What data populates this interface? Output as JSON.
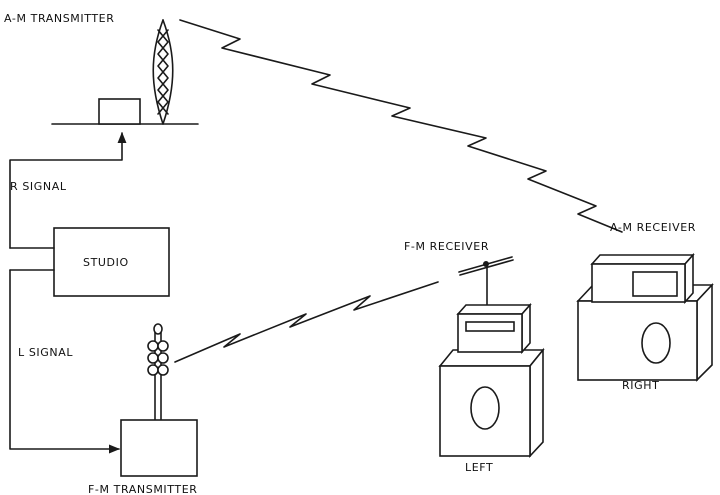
{
  "labels": {
    "am_transmitter": "A-M TRANSMITTER",
    "r_signal": "R SIGNAL",
    "studio": "STUDIO",
    "l_signal": "L SIGNAL",
    "fm_transmitter": "F-M TRANSMITTER",
    "fm_receiver": "F-M RECEIVER",
    "am_receiver": "A-M RECEIVER",
    "left": "LEFT",
    "right": "RIGHT"
  }
}
